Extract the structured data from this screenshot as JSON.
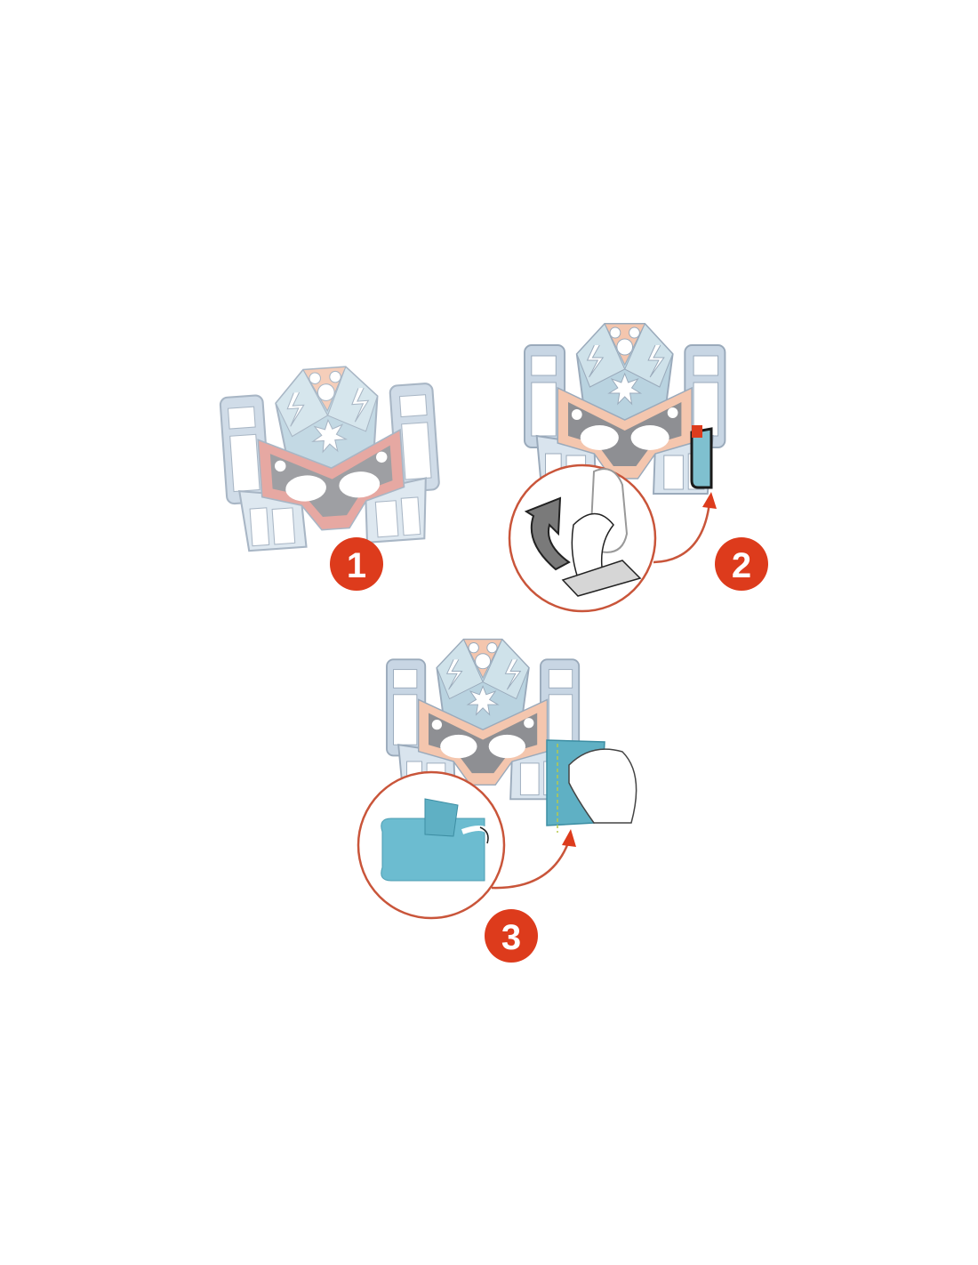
{
  "steps": [
    {
      "number": "1"
    },
    {
      "number": "2"
    },
    {
      "number": "3"
    }
  ],
  "colors": {
    "badge": "#dd3b1c",
    "callout_ring": "#c9553a",
    "mask_panel": "#c8d6e4",
    "mask_outline": "#9aaabb",
    "mask_band_step1": "#e29a92",
    "mask_band_steps23": "#f4c6ae",
    "glitter": "#5fb0c4"
  }
}
